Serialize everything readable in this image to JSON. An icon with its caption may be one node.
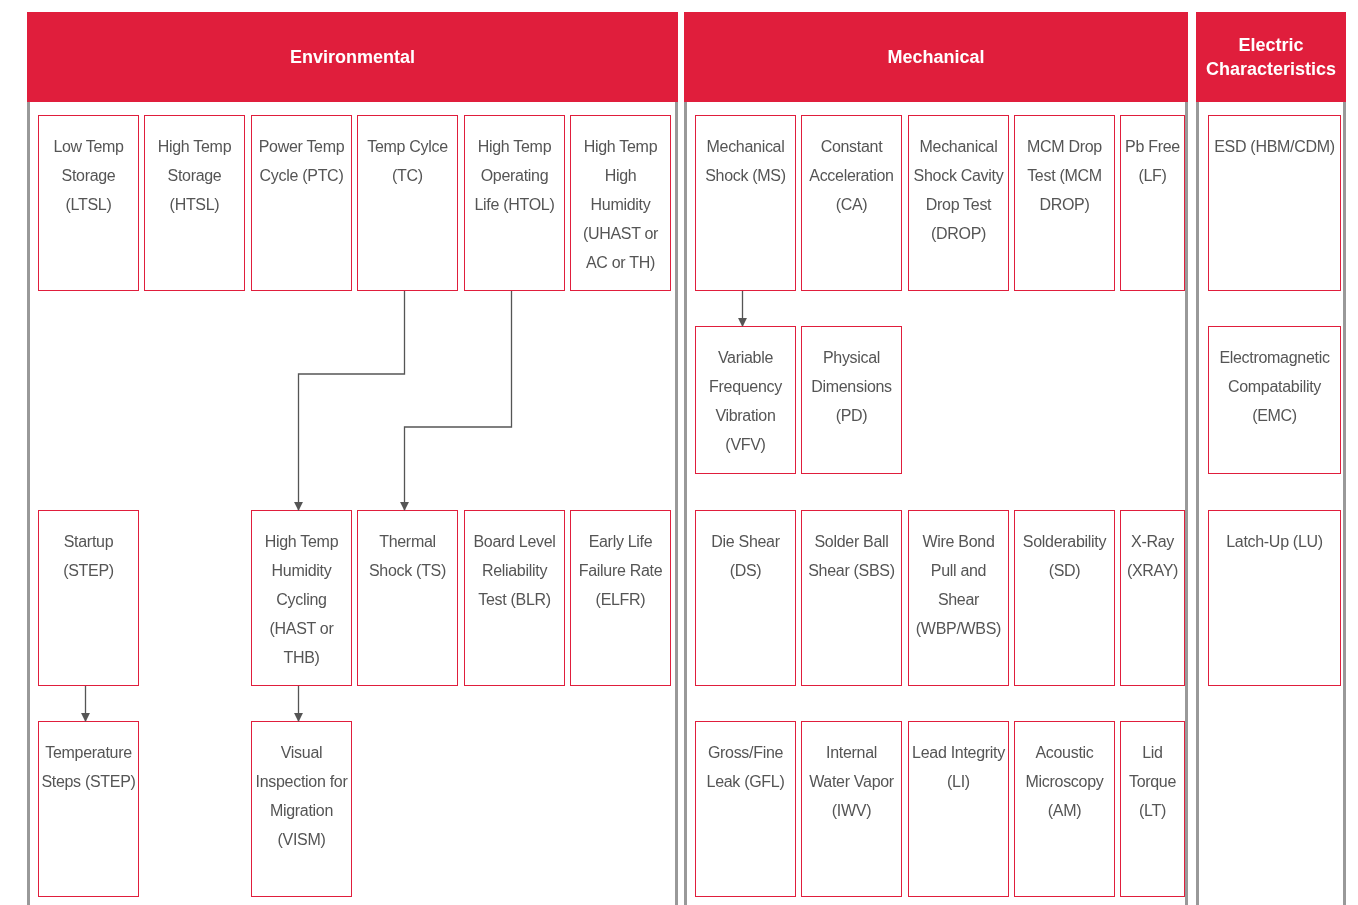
{
  "diagram": {
    "nodes": [
      {
        "text": [
          "Environmental"
        ]
      },
      {
        "text": [
          "Low Temp Storage (LTSL)"
        ],
        "in": 0
      },
      {
        "text": [
          "High Temp Storage (HTSL)"
        ],
        "in": 0
      },
      {
        "text": [
          "Power Temp Cycle (PTC)"
        ],
        "in": 0
      },
      {
        "text": [
          "Temp Cylce (TC)"
        ],
        "in": 0
      },
      {
        "text": [
          "High Temp Operating Life (HTOL)"
        ],
        "in": 0
      },
      {
        "text": [
          "High Temp High Humidity (UHAST or AC or TH)"
        ],
        "in": 0
      },
      {
        "text": [
          "Startup (STEP)"
        ],
        "in": 0
      },
      {
        "text": [
          "High Temp Humidity Cycling (HAST or THB)"
        ],
        "in": 0
      },
      {
        "text": [
          "Thermal Shock (TS)"
        ],
        "in": 0
      },
      {
        "text": [
          "Board Level Reliability Test (BLR)"
        ],
        "in": 0
      },
      {
        "text": [
          "Early Life Failure Rate (ELFR)"
        ],
        "in": 0
      },
      {
        "text": [
          "Temperature Steps (STEP)"
        ],
        "in": 0
      },
      {
        "text": [
          "Visual Inspection for Migration (VISM)"
        ],
        "in": 0
      },
      {
        "text": [
          "Mechanical"
        ]
      },
      {
        "text": [
          "Mechanical Shock (MS)"
        ],
        "in": 14
      },
      {
        "text": [
          "Constant Acceleration (CA)"
        ],
        "in": 14
      },
      {
        "text": [
          "Mechanical Shock Cavity Drop Test (DROP)"
        ],
        "in": 14
      },
      {
        "text": [
          "MCM Drop Test (MCM DROP)"
        ],
        "in": 14
      },
      {
        "text": [
          "Pb Free (LF)"
        ],
        "in": 14
      },
      {
        "text": [
          "Variable Frequency Vibration (VFV)"
        ],
        "in": 14
      },
      {
        "text": [
          "Physical Dimensions (PD)"
        ],
        "in": 14
      },
      {
        "text": [
          "Die Shear (DS)"
        ],
        "in": 14
      },
      {
        "text": [
          "Solder Ball Shear (SBS)"
        ],
        "in": 14
      },
      {
        "text": [
          "Wire Bond Pull and Shear (WBP/WBS)"
        ],
        "in": 14
      },
      {
        "text": [
          "Solderability (SD)"
        ],
        "in": 14
      },
      {
        "text": [
          "X-Ray (XRAY)"
        ],
        "in": 14
      },
      {
        "text": [
          "Gross/Fine Leak (GFL)"
        ],
        "in": 14
      },
      {
        "text": [
          "Internal Water Vapor (IWV)"
        ],
        "in": 14
      },
      {
        "text": [
          "Lead Integrity (LI)"
        ],
        "in": 14
      },
      {
        "text": [
          "Acoustic Microscopy (AM)"
        ],
        "in": 14
      },
      {
        "text": [
          "Lid Torque (LT)"
        ],
        "in": 14
      },
      {
        "text": [
          "Electric Characteristics"
        ]
      },
      {
        "text": [
          "ESD (HBM/CDM)"
        ],
        "in": 32
      },
      {
        "text": [
          "Electromagnetic Compatability (EMC)"
        ],
        "in": 32
      },
      {
        "text": [
          "Latch-Up (LU)"
        ],
        "in": 32
      }
    ],
    "edges": [
      {
        "from": 4,
        "to": 8,
        "arrow": "to"
      },
      {
        "from": 5,
        "to": 9,
        "arrow": "to"
      },
      {
        "from": 7,
        "to": 12,
        "arrow": "to"
      },
      {
        "from": 8,
        "to": 13,
        "arrow": "to"
      },
      {
        "from": 15,
        "to": 20,
        "arrow": "to"
      }
    ]
  }
}
